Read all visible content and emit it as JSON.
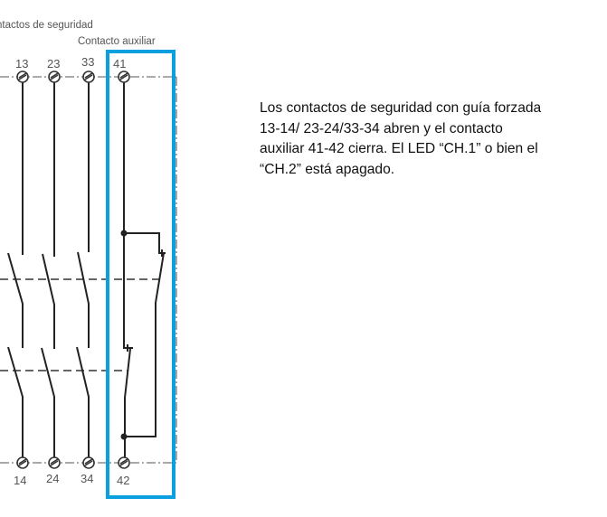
{
  "diagram": {
    "group_label": "ntactos de seguridad",
    "aux_label": "Contacto auxiliar",
    "top_terminals": [
      "13",
      "23",
      "33",
      "41"
    ],
    "bottom_terminals": [
      "14",
      "24",
      "34",
      "42"
    ],
    "highlight_color": "#0aa0e0"
  },
  "description": {
    "lines": [
      "Los contactos de seguridad con guía forzada",
      "13-14/ 23-24/33-34 abren y el contacto",
      "auxiliar 41-42 cierra. El LED “CH.1” o bien el",
      "“CH.2” está apagado."
    ]
  }
}
